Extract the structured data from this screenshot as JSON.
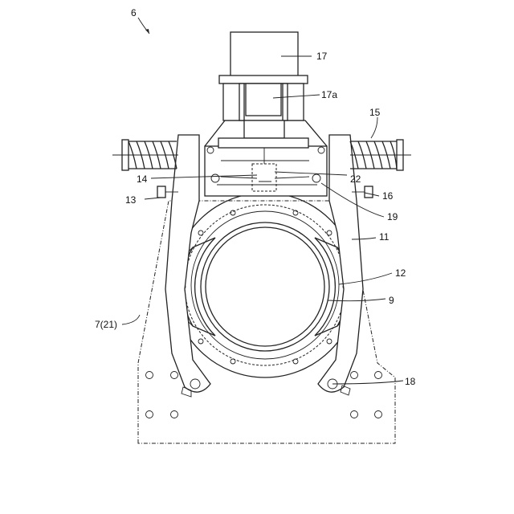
{
  "labels": {
    "assembly": "6",
    "motor": "17",
    "motor_sub": "17a",
    "spring": "15",
    "pin_left": "14",
    "actuator": "22",
    "bolt_left": "13",
    "bolt_right": "16",
    "pivot": "19",
    "ring": "11",
    "drum_lining": "12",
    "drum": "9",
    "frame": "7(21)",
    "arm_pivot": "18"
  }
}
